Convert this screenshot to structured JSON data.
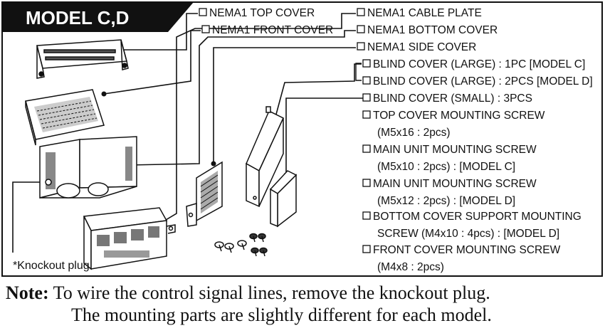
{
  "header": {
    "title": "MODEL C,D"
  },
  "parts": [
    "NEMA1 TOP COVER",
    "NEMA1 FRONT COVER",
    "NEMA1 CABLE PLATE",
    "NEMA1 BOTTOM COVER",
    "NEMA1 SIDE COVER",
    "BLIND COVER (LARGE) : 1PC [MODEL C]",
    "BLIND COVER (LARGE) : 2PCS [MODEL D]",
    "BLIND COVER (SMALL) : 3PCS",
    "TOP COVER MOUNTING SCREW",
    "(M5x16 : 2pcs)",
    "MAIN UNIT MOUNTING SCREW",
    "(M5x10 : 2pcs) : [MODEL C]",
    "MAIN UNIT MOUNTING SCREW",
    "(M5x12 : 2pcs) : [MODEL D]",
    "BOTTOM COVER SUPPORT MOUNTING",
    "SCREW (M4x10 : 4pcs) : [MODEL D]",
    "FRONT COVER MOUNTING SCREW",
    "(M4x8 : 2pcs)"
  ],
  "knockout_label": "*Knockout plug",
  "note": {
    "label": "Note:",
    "line1": "To wire the control signal lines, remove the knockout plug.",
    "line2": "The mounting parts are slightly different for each model."
  }
}
